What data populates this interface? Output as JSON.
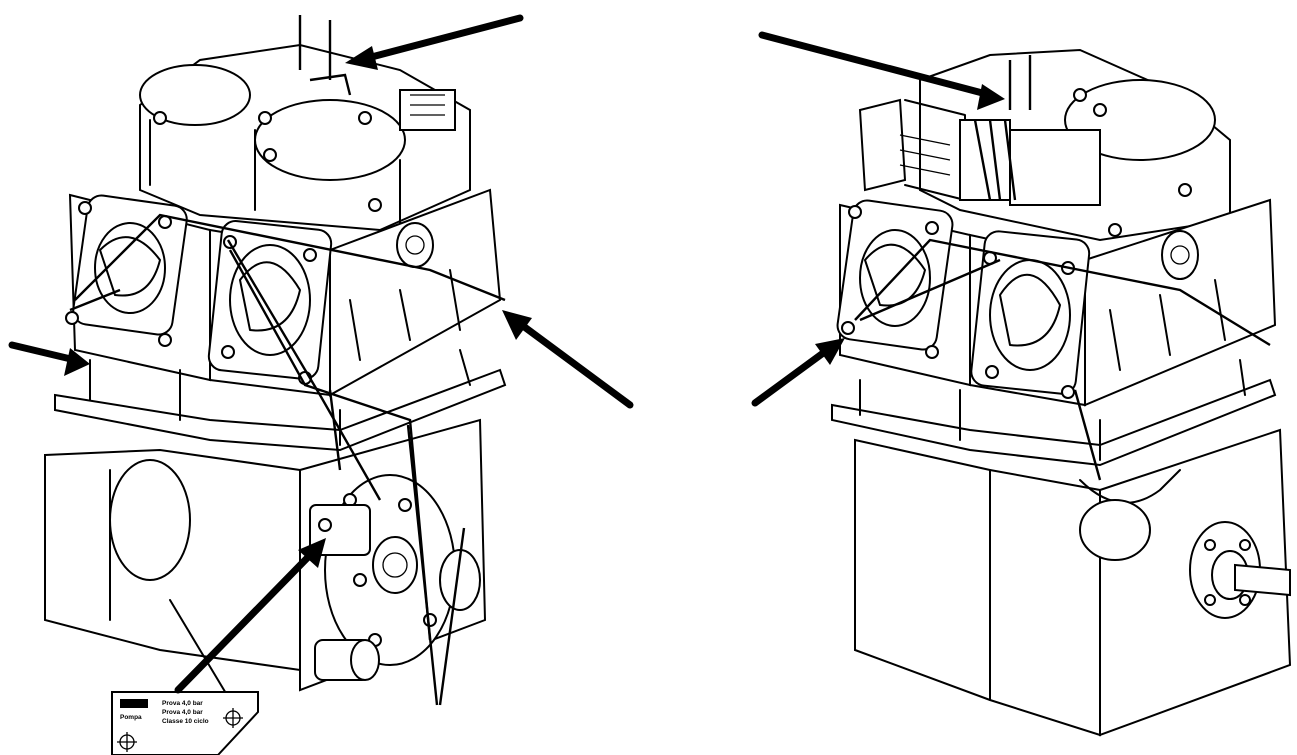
{
  "figure": {
    "views": [
      {
        "name": "left-view",
        "description_level": "isometric-front"
      },
      {
        "name": "right-view",
        "description_level": "isometric-front"
      }
    ]
  },
  "nameplate": {
    "brand": "",
    "line1": "Prova 4,0 bar",
    "line2": "Prova 4,0 bar",
    "line3": "Classe 10 ciclo",
    "sub": "Pompa"
  },
  "colors": {
    "ink": "#000000",
    "paper": "#ffffff"
  }
}
